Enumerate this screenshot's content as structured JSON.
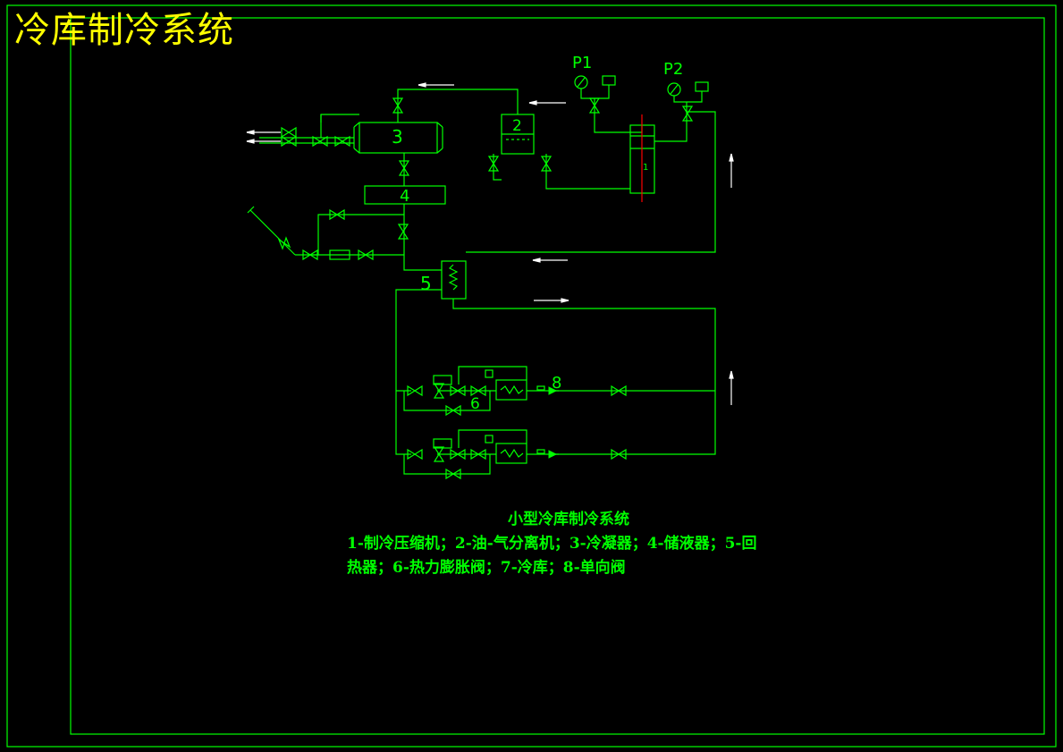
{
  "title": "冷库制冷系统",
  "caption": "小型冷库制冷系统",
  "legend_line1": "1-制冷压缩机；2-油-气分离机；3-冷凝器；4-储液器；5-回",
  "legend_line2": "热器；6-热力膨胀阀；7-冷库；8-单向阀",
  "labels": {
    "p1": "P1",
    "p2": "P2",
    "c1": "1",
    "c2": "2",
    "c3": "3",
    "c4": "4",
    "c5": "5",
    "c6": "6",
    "c8": "8"
  },
  "colors": {
    "line": "#00ff00",
    "title": "#ffff00",
    "arrow": "#ffffff",
    "axis": "#ff0000"
  }
}
